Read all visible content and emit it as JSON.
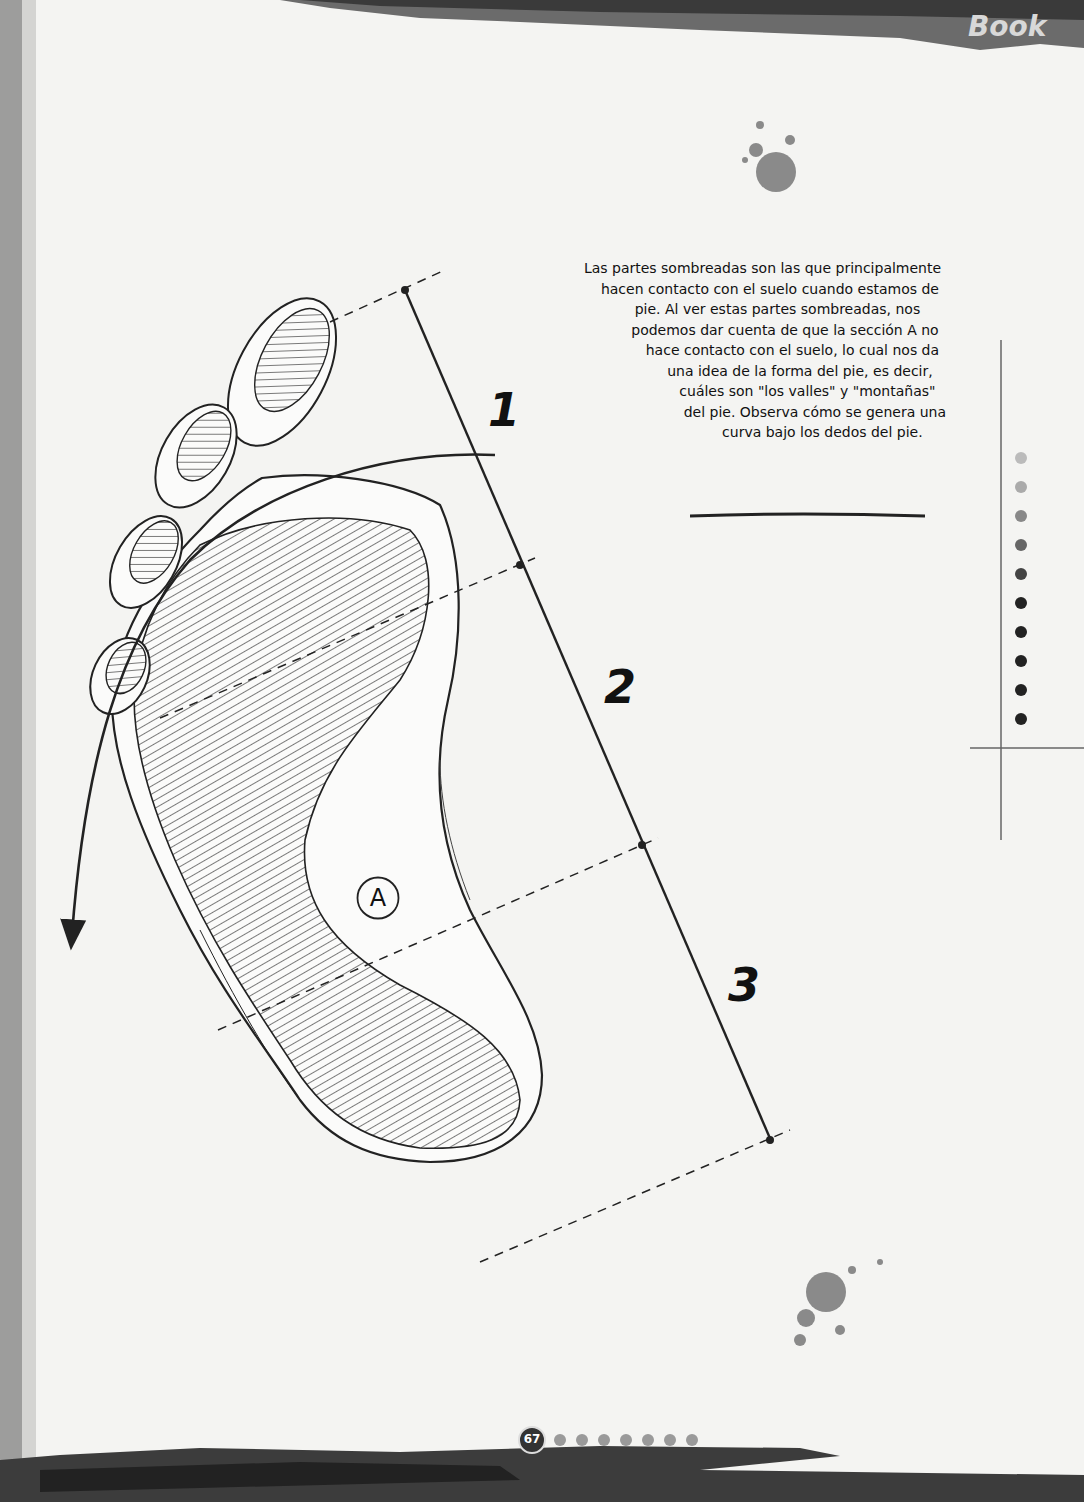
{
  "diagram": {
    "nodes": [
      {
        "text": [
          "A"
        ]
      }
    ],
    "edges": [],
    "labels": [
      "Book",
      "Las partes sombreadas son las que principalmente hacen contacto con el suelo cuando estamos de pie. Al ver estas partes sombreadas, nos podemos dar cuenta de que la sección A no hace contacto con el suelo, lo cual nos da una idea de la forma del pie, es decir, cuáles son \"los valles\" y \"montañas\" del pie. Observa cómo se genera una curva bajo los dedos del pie.",
      "1",
      "2",
      "3",
      "67"
    ]
  }
}
